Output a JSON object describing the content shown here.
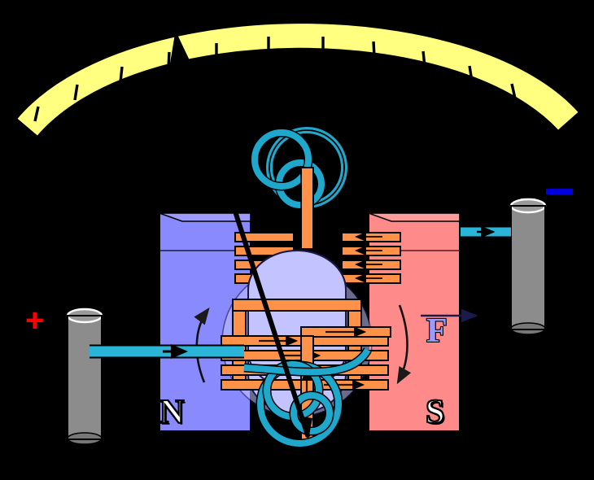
{
  "diagram": {
    "title": "DC motor / moving-coil galvanometer cutaway",
    "background_color": "#000000"
  },
  "gauge": {
    "name": "scale-arc",
    "fill_color": "#ffff80",
    "stroke_color": "#000000",
    "tick_color": "#000000",
    "tick_count": 11,
    "needle_color": "#000000",
    "needle_reading_index": 3
  },
  "magnets": {
    "north": {
      "label": "N",
      "label_color": "#ffffff",
      "face_color": "#8a8aff",
      "top_color": "#9c9cff",
      "rotation_arrow": "up"
    },
    "south": {
      "label": "S",
      "label_color": "#ffffff",
      "face_color": "#ff8a8a",
      "top_color": "#ff9c9c",
      "rotation_arrow": "down"
    }
  },
  "force": {
    "label": "F",
    "label_color": "#9a9aff",
    "arrow_direction": "right",
    "arrow_color": "#1a1a4d"
  },
  "terminals": {
    "positive": {
      "sign": "+",
      "sign_color": "#ff0000",
      "post_color": "#8c8c8c"
    },
    "negative": {
      "sign": "–",
      "sign_color": "#0000dd",
      "post_color": "#8c8c8c"
    }
  },
  "wires": {
    "lead_color": "#2ab4d8",
    "lead_stroke": "#000000",
    "current_arrow_color": "#000000",
    "coil_color": "#ff9248",
    "coil_stroke": "#000000",
    "coil_arrow_color": "#2a1500",
    "field_line_color": "#1fa8cc",
    "field_line_stroke": "#000000"
  },
  "armature": {
    "core_color": "#c3c3ff",
    "core_shadow": "#b0b0f0",
    "stroke_color": "#1a1a44",
    "shaft_color": "#ff9248",
    "pivot_needle_color": "#000000"
  }
}
